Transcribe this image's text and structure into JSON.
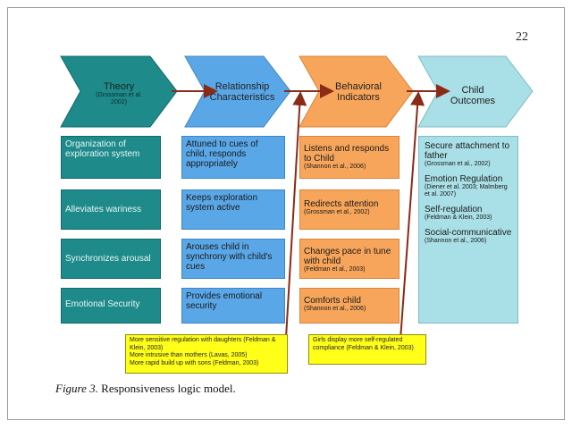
{
  "page_number": "22",
  "headers": {
    "theory": {
      "title": "Theory",
      "cite": "(Grossman et al. 2002)"
    },
    "relationship": {
      "title": "Relationship Characteristics"
    },
    "behavioral": {
      "title": "Behavioral Indicators"
    },
    "outcomes": {
      "title": "Child Outcomes"
    }
  },
  "theory_rows": [
    "Organization of exploration system",
    "Alleviates wariness",
    "Synchronizes  arousal",
    "Emotional Security"
  ],
  "relationship_rows": [
    "Attuned to cues of child, responds appropriately",
    "Keeps exploration system active",
    "Arouses child in synchrony  with child's cues",
    "Provides emotional security"
  ],
  "behavioral_rows": [
    {
      "text": "Listens and responds to Child",
      "cite": "(Shannon et al., 2006)"
    },
    {
      "text": "Redirects attention",
      "cite": "(Grossman et al., 2002)"
    },
    {
      "text": "Changes pace in tune with child",
      "cite": "(Feldman et al., 2003)"
    },
    {
      "text": "Comforts child",
      "cite": "(Shannon et al., 2006)"
    }
  ],
  "outcomes": [
    {
      "text": "Secure attachment to father",
      "cite": "(Grossman et al., 2002)"
    },
    {
      "text": "Emotion Regulation",
      "cite": "(Diener et al. 2003; Malmberg et al. 2007)"
    },
    {
      "text": "Self-regulation",
      "cite": "(Feldman & Klein, 2003)"
    },
    {
      "text": "Social-communicative",
      "cite": "(Shannon et al., 2006)"
    }
  ],
  "notes": {
    "left": [
      "More sensitive regulation with daughters (Feldman & Klein, 2003)",
      "More intrusive than mothers (Lavas, 2005)",
      "More rapid build up with sons (Feldman, 2003)"
    ],
    "right": "Girls display more self-regulated compliance (Feldman & Klein, 2003)"
  },
  "caption": {
    "label": "Figure 3.",
    "text": "Responsiveness logic model."
  },
  "colors": {
    "teal": "#1e8a8a",
    "blue": "#5aa7e8",
    "orange": "#f7a55a",
    "cyan": "#a9dfe6",
    "yellow": "#ffff1a",
    "arrow": "#8b2a16"
  }
}
